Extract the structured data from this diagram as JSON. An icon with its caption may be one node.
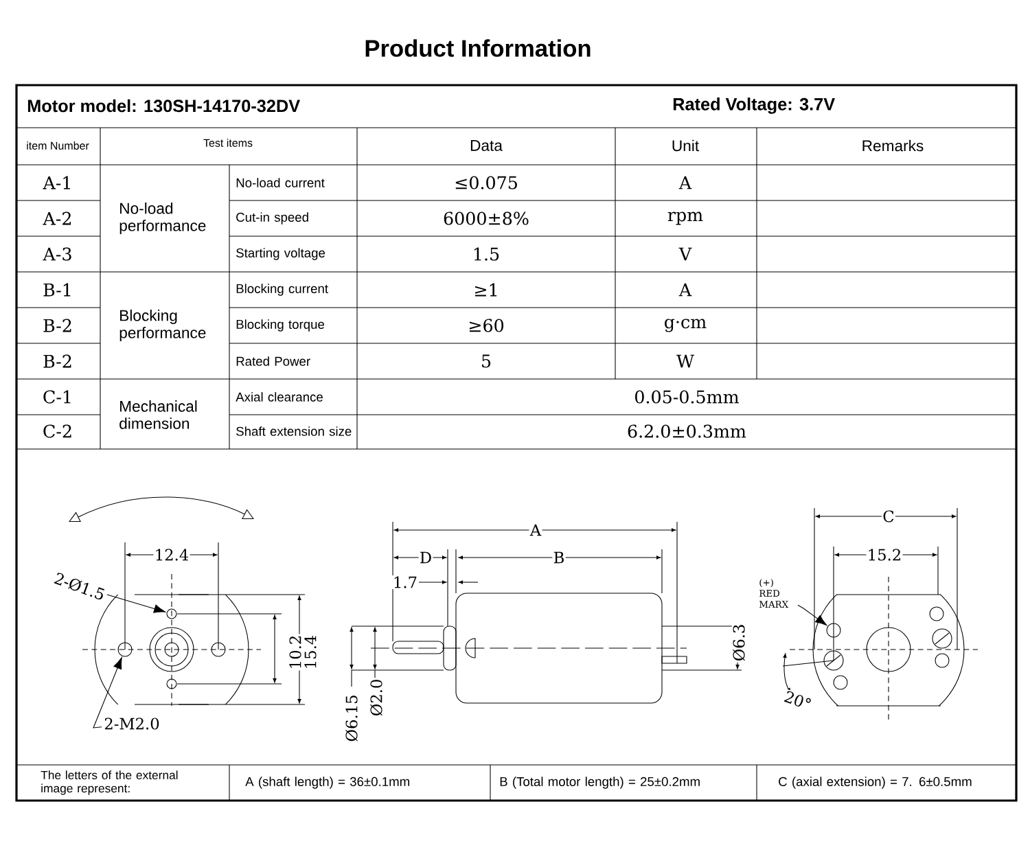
{
  "diagram": {
    "title": "Product Information",
    "nodes": [
      {
        "text": [
          "2-Ø1.5"
        ]
      },
      {
        "text": [],
        "shape": "circle"
      },
      {
        "text": [
          "2-M2.0"
        ]
      },
      {
        "text": [],
        "shape": "circle"
      },
      {
        "text": [
          "(+) RED MARX"
        ]
      },
      {
        "text": [],
        "shape": "circle"
      }
    ],
    "edges": [
      {
        "from": 0,
        "to": 1,
        "arrow": "to"
      },
      {
        "from": 2,
        "to": 3,
        "arrow": "to"
      },
      {
        "from": 4,
        "to": 5,
        "arrow": "to"
      }
    ],
    "labels": [
      "Motor model: 130SH-14170-32DV",
      "Rated Voltage: 3.7V",
      "item Number",
      "Test items",
      "Data",
      "Unit",
      "Remarks",
      "A-1",
      "No-load performance",
      "No-load current",
      "≤0.075",
      "A",
      "A-2",
      "Cut-in speed",
      "6000±8%",
      "rpm",
      "A-3",
      "Starting voltage",
      "1.5",
      "V",
      "B-1",
      "Blocking performance",
      "Blocking current",
      "≥1",
      "A",
      "B-2",
      "Blocking torque",
      "≥60",
      "g·cm",
      "B-2",
      "Rated Power",
      "5",
      "W",
      "C-1",
      "Mechanical dimension",
      "Axial clearance",
      "0.05-0.5mm",
      "C-2",
      "Shaft extension size",
      "6.2.0±0.3mm",
      "12.4",
      "10.2",
      "15.4",
      "A",
      "D",
      "B",
      "1.7",
      "Ø6.15",
      "Ø2.0",
      "Ø6.3",
      "C",
      "15.2",
      "20°",
      "The letters of the external image represent:",
      "A (shaft length) = 36±0.1mm",
      "B (Total motor length) = 25±0.2mm",
      "C (axial extension) = 7. 6±0.5mm"
    ]
  }
}
